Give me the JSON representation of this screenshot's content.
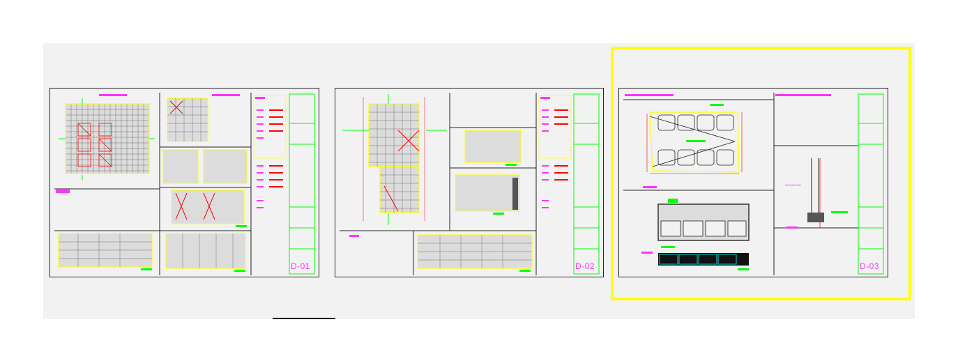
{
  "sheets": [
    {
      "id": "D-01",
      "label": "D-01",
      "selected": false
    },
    {
      "id": "D-02",
      "label": "D-02",
      "selected": false
    },
    {
      "id": "D-03",
      "label": "D-03",
      "selected": true
    }
  ],
  "drawing_text": {
    "d03_elevation_label": "ELEVACIÓN"
  },
  "colors": {
    "background": "#f2f2f2",
    "selection_highlight": "#ffff00",
    "annotation_magenta": "#ff33ff",
    "line_green": "#00ff00",
    "line_red": "#ff0000",
    "line_yellow": "#ffff00"
  }
}
